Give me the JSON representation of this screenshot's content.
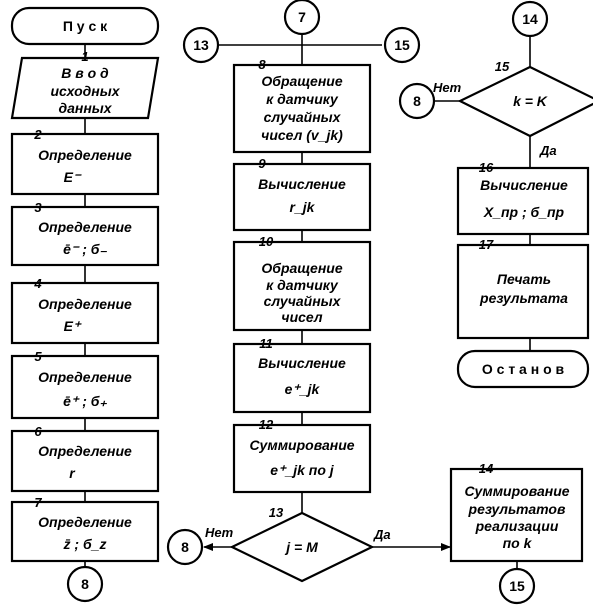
{
  "start": "П у с к",
  "stop": "О с т а н о в",
  "blocks": {
    "b1": {
      "num": "1",
      "lines": [
        "В в о д",
        "исходных",
        "данных"
      ]
    },
    "b2": {
      "num": "2",
      "lines": [
        "Определение",
        "E⁻"
      ]
    },
    "b3": {
      "num": "3",
      "lines": [
        "Определение",
        "ē⁻ ;  б₋"
      ]
    },
    "b4": {
      "num": "4",
      "lines": [
        "Определение",
        "E⁺"
      ]
    },
    "b5": {
      "num": "5",
      "lines": [
        "Определение",
        "ē⁺ ;  б₊"
      ]
    },
    "b6": {
      "num": "6",
      "lines": [
        "Определение",
        "r"
      ]
    },
    "b7": {
      "num": "7",
      "lines": [
        "Определение",
        "z̄ ; б_z"
      ]
    },
    "b8": {
      "num": "8",
      "lines": [
        "Обращение",
        "к датчику",
        "случайных",
        "чисел (v_jk)"
      ]
    },
    "b9": {
      "num": "9",
      "lines": [
        "Вычисление",
        "r_jk"
      ]
    },
    "b10": {
      "num": "10",
      "lines": [
        "Обращение",
        "к датчику",
        "случайных",
        "чисел"
      ]
    },
    "b11": {
      "num": "11",
      "lines": [
        "Вычисление",
        "e⁺_jk"
      ]
    },
    "b12": {
      "num": "12",
      "lines": [
        "Суммирование",
        "e⁺_jk  по  j"
      ]
    },
    "b14": {
      "num": "14",
      "lines": [
        "Суммирование",
        "результатов",
        "реализации",
        "по k"
      ]
    },
    "b16": {
      "num": "16",
      "lines": [
        "Вычисление",
        "X_пр ;  б_пр"
      ]
    },
    "b17": {
      "num": "17",
      "lines": [
        "Печать",
        "результата"
      ]
    }
  },
  "decisions": {
    "d13": {
      "num": "13",
      "text": "j = M",
      "no": "Нет",
      "yes": "Да"
    },
    "d15": {
      "num": "15",
      "text": "k = K",
      "no": "Нет",
      "yes": "Да"
    }
  },
  "connectors": {
    "c8_bottom": "8",
    "c7_top": "7",
    "c13_in": "13",
    "c15_in": "15",
    "c8_out": "8",
    "c15_bottom": "15",
    "c14_top": "14",
    "c8_right": "8"
  }
}
